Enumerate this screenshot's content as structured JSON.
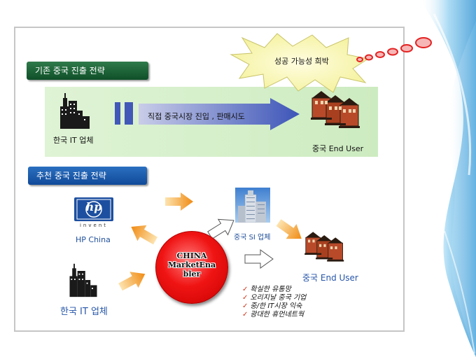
{
  "existing_strategy": {
    "tag": "기존 중국 진출 전략",
    "callout": "성공 가능성 희박",
    "source_label": "한국 IT 업체",
    "arrow_text": "직접 중국시장 진입 , 판매시도",
    "target_label": "중국 End User"
  },
  "recommended_strategy": {
    "tag": "추천 중국 진출 전략",
    "hp_label": "HP China",
    "korea_label": "한국 IT 업체",
    "si_label": "중국 SI 업체",
    "end_user_label": "중국 End User",
    "hub_lines": [
      "CHINA",
      "MarketEna",
      "bler"
    ],
    "benefits": [
      "확실한 유통망",
      "오리지날 중국 기업",
      "중/한 IT시장 익숙",
      "광대한 휴먼네트웍"
    ]
  },
  "hp_logo": {
    "mark": "hp",
    "sub": "invent"
  },
  "colors": {
    "green_tag": "#1f6b3c",
    "blue_tag": "#1b58ad",
    "orange_arrow": "#f29418",
    "hub_red": "#e81010",
    "label_blue": "#1f4f99"
  }
}
